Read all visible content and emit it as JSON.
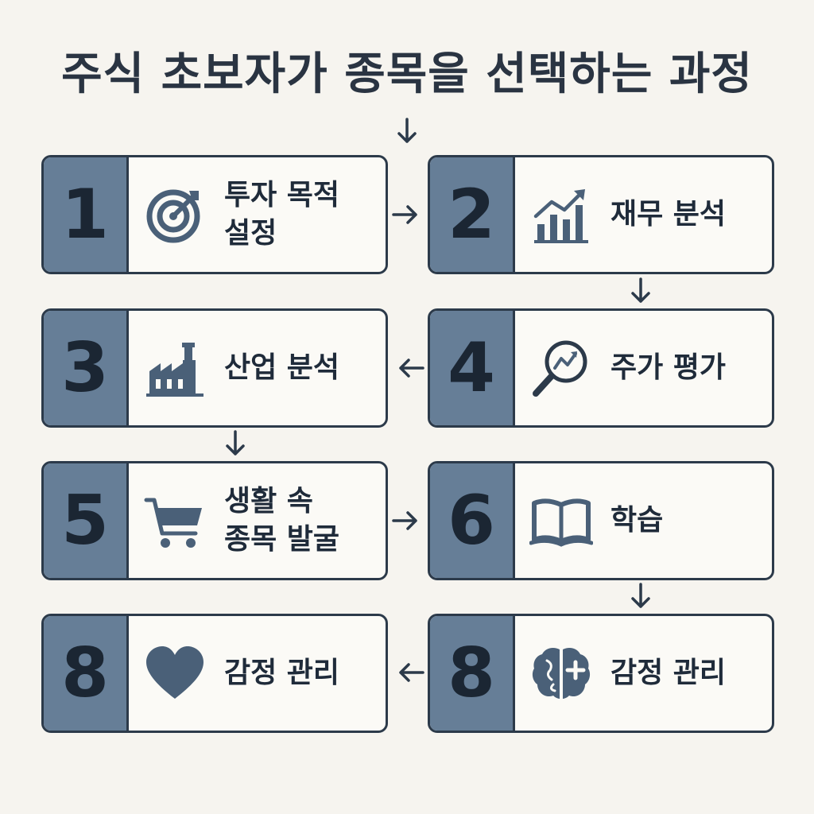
{
  "title": "주식 초보자가 종목을 선택하는 과정",
  "steps": [
    {
      "number": "1",
      "label": "투자 목적\n설정",
      "icon": "target-icon"
    },
    {
      "number": "2",
      "label": "재무 분석",
      "icon": "bar-chart-icon"
    },
    {
      "number": "3",
      "label": "산업 분석",
      "icon": "factory-icon"
    },
    {
      "number": "4",
      "label": "주가 평가",
      "icon": "magnifier-chart-icon"
    },
    {
      "number": "5",
      "label": "생활 속\n종목 발굴",
      "icon": "shopping-cart-icon"
    },
    {
      "number": "6",
      "label": "학습",
      "icon": "book-icon"
    },
    {
      "number": "8",
      "label": "감정 관리",
      "icon": "heart-icon"
    },
    {
      "number": "8",
      "label": "감정 관리",
      "icon": "brain-icon"
    }
  ],
  "colors": {
    "accent": "#667e97",
    "border": "#2c3a4a",
    "icon": "#4a6078",
    "background": "#f6f4ef"
  }
}
